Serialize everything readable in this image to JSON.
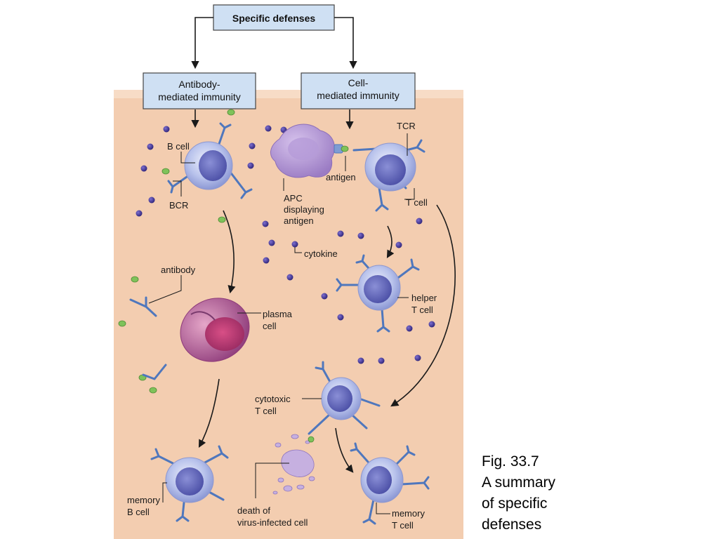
{
  "diagram": {
    "title": "Specific defenses",
    "branch_left": {
      "line1": "Antibody-",
      "line2": "mediated immunity"
    },
    "branch_right": {
      "line1": "Cell-",
      "line2": "mediated immunity"
    },
    "labels": {
      "b_cell": "B cell",
      "bcr": "BCR",
      "apc_line1": "APC",
      "apc_line2": "displaying",
      "apc_line3": "antigen",
      "antigen": "antigen",
      "tcr": "TCR",
      "t_cell": "T cell",
      "cytokine": "cytokine",
      "antibody": "antibody",
      "plasma_line1": "plasma",
      "plasma_line2": "cell",
      "helper_line1": "helper",
      "helper_line2": "T cell",
      "cytotoxic_line1": "cytotoxic",
      "cytotoxic_line2": "T cell",
      "memory_b_line1": "memory",
      "memory_b_line2": "B cell",
      "death_line1": "death of",
      "death_line2": "virus-infected cell",
      "memory_t_line1": "memory",
      "memory_t_line2": "T cell"
    }
  },
  "caption": {
    "line1": "Fig. 33.7",
    "line2": "A summary",
    "line3": "of specific",
    "line4": "defenses"
  },
  "colors": {
    "tissue_background": "#f3cdb0",
    "header_box": "#cfe0f3",
    "cell_blue": "#a9b8e8",
    "receptor_blue": "#4f77bd",
    "cytokine_purple": "#3d2f8c",
    "antigen_green": "#7fc25a",
    "plasma_magenta": "#b04a7a"
  }
}
